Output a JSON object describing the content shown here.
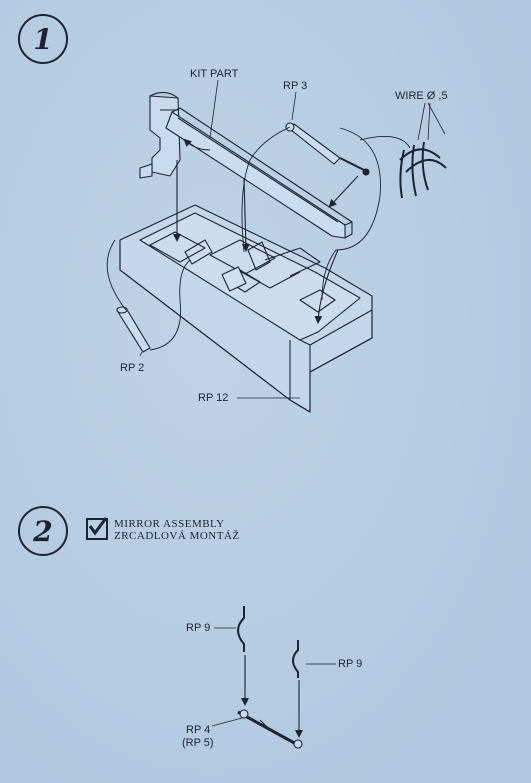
{
  "steps": [
    {
      "number": "1"
    },
    {
      "number": "2"
    }
  ],
  "step1": {
    "labels": {
      "kit_part": "KIT PART",
      "rp3": "RP 3",
      "wire": "WIRE Ø ,5",
      "rp2": "RP 2",
      "rp12": "RP 12"
    }
  },
  "step2": {
    "title_en": "MIRROR ASSEMBLY",
    "title_cz": "ZRCADLOVÁ MONTÁŽ",
    "labels": {
      "rp9_left": "RP 9",
      "rp9_right": "RP 9",
      "rp4": "RP 4",
      "rp5": "(RP 5)"
    }
  },
  "colors": {
    "background": "#b7cde3",
    "ink": "#1d2330"
  }
}
